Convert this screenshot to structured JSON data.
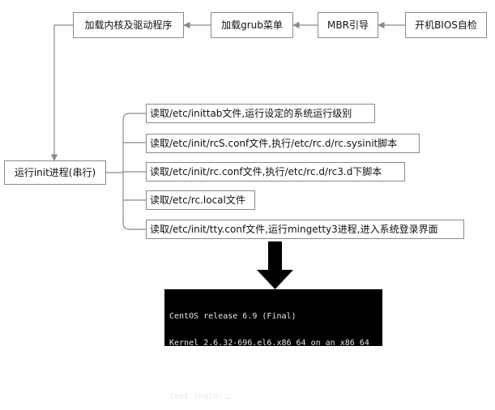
{
  "boot_chain": [
    {
      "id": "bios",
      "label": "开机BIOS自检"
    },
    {
      "id": "mbr",
      "label": "MBR引导"
    },
    {
      "id": "grub",
      "label": "加载grub菜单"
    },
    {
      "id": "kernel",
      "label": "加载内核及驱动程序"
    }
  ],
  "init_process": {
    "label": "运行init进程(串行)"
  },
  "init_steps": [
    {
      "label": "读取/etc/inittab文件,运行设定的系统运行级别"
    },
    {
      "label": "读取/etc/init/rcS.conf文件,执行/etc/rc.d/rc.sysinit脚本"
    },
    {
      "label": "读取/etc/init/rc.conf文件,执行/etc/rc.d/rc3.d下脚本"
    },
    {
      "label": "读取/etc/rc.local文件"
    },
    {
      "label": "读取/etc/init/tty.conf文件,运行mingetty3进程,进入系统登录界面"
    }
  ],
  "terminal": {
    "line1": "CentOS release 6.9 (Final)",
    "line2": "Kernel 2.6.32-696.el6.x86_64 on an x86_64",
    "prompt": "test login:"
  },
  "colors": {
    "box_border": "#8a8a8a",
    "connector": "#8a8a8a",
    "big_arrow": "#000000",
    "terminal_bg": "#000000",
    "terminal_text": "#e8e8e8"
  }
}
